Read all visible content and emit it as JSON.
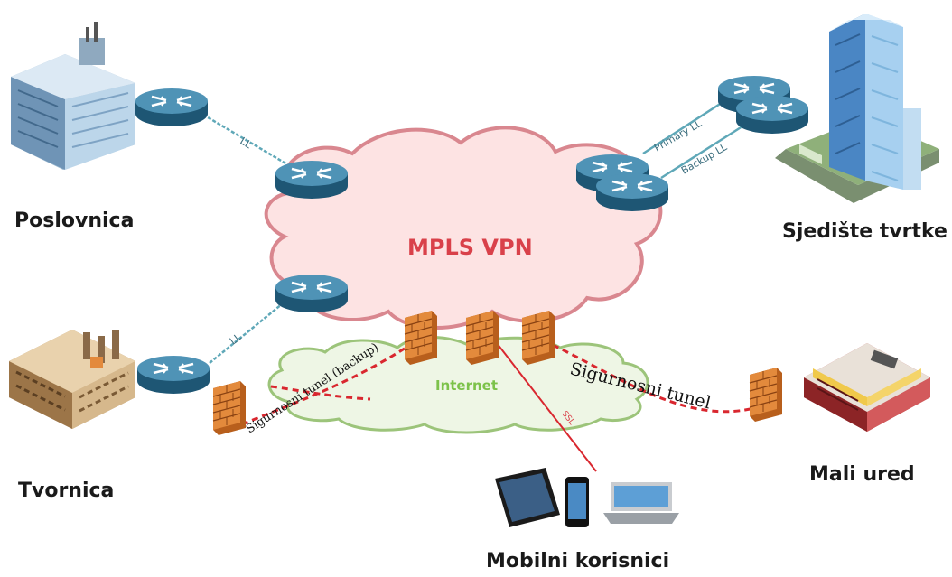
{
  "sites": {
    "branch": "Poslovnica",
    "headquarters": "Sjedište tvrtke",
    "factory": "Tvornica",
    "small_office": "Mali ured",
    "mobile_users": "Mobilni korisnici"
  },
  "clouds": {
    "mpls": "MPLS VPN",
    "internet": "Internet"
  },
  "links": {
    "branch_ll": "LL",
    "factory_ll": "LL",
    "primary": "Primary LL",
    "backup": "Backup LL",
    "ssl": "SSL"
  },
  "tunnels": {
    "backup": "Sigurnosni tunel (backup)",
    "main": "Sigurnosni tunel"
  },
  "colors": {
    "mpls_cloud": "#fde3e3",
    "mpls_outline": "#d9878f",
    "internet_cloud": "#eef6e5",
    "internet_outline": "#9cc47a",
    "router": "#2d6f8e",
    "tunnel": "#d9272f",
    "firewall": "#e38a3c"
  }
}
